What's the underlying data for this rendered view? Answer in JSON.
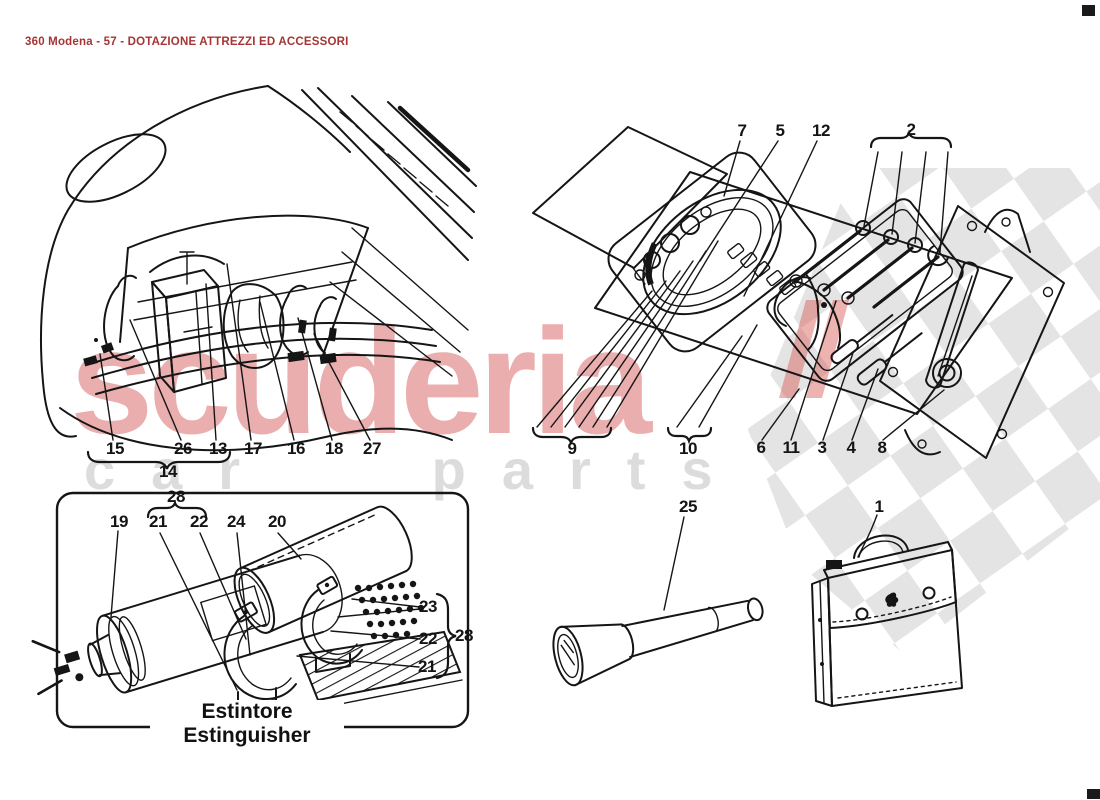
{
  "page": {
    "title": "360 Modena - 57 - DOTAZIONE ATTREZZI ED ACCESSORI"
  },
  "watermark": {
    "brand": "scuderia",
    "tagline": "car parts",
    "brand_color": "#ce3e3e",
    "flag_gray": "#c9c9c9"
  },
  "drawings": {
    "trunk": {
      "labels": {
        "p15": "15",
        "p26": "26",
        "p13": "13",
        "p17": "17",
        "p16": "16",
        "p18": "18",
        "p27": "27",
        "group14": "14"
      }
    },
    "toolkit": {
      "labels": {
        "p7": "7",
        "p5": "5",
        "p12": "12",
        "p2": "2",
        "p9": "9",
        "p10": "10",
        "p6": "6",
        "p11": "11",
        "p3": "3",
        "p4": "4",
        "p8": "8"
      }
    },
    "extinguisher": {
      "caption_it": "Estintore",
      "caption_en": "Estinguisher",
      "labels": {
        "group28_top": "28",
        "p19": "19",
        "p21_top": "21",
        "p22_top": "22",
        "p24": "24",
        "p20": "20",
        "p23": "23",
        "p22_side": "22",
        "p21_side": "21",
        "group28_side": "28"
      }
    },
    "flashlight": {
      "labels": {
        "p25": "25"
      }
    },
    "bag": {
      "labels": {
        "p1": "1"
      }
    }
  }
}
